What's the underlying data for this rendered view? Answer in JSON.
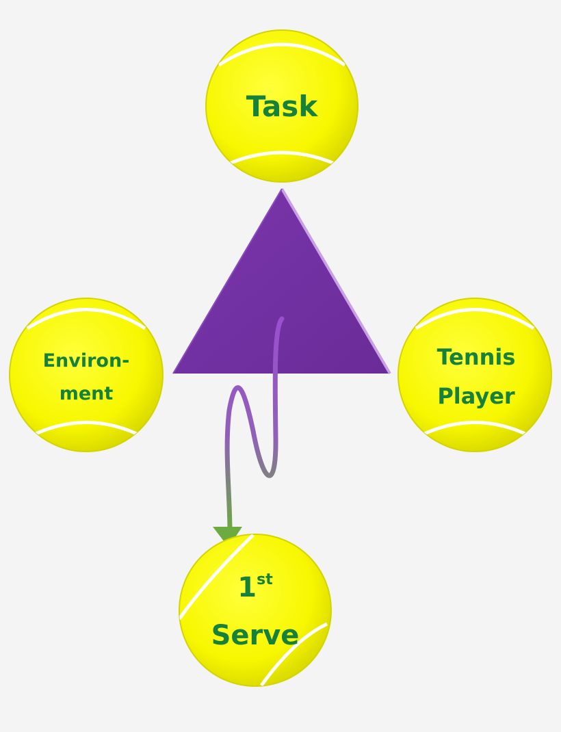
{
  "diagram": {
    "nodes": {
      "task": {
        "label": "Task"
      },
      "environment": {
        "line1": "Environ-",
        "line2": "ment"
      },
      "tennis_player": {
        "line1": "Tennis",
        "line2": "Player"
      },
      "first_serve": {
        "number": "1",
        "suffix": "st",
        "line2": "Serve"
      }
    },
    "colors": {
      "ball_fill": "#fafa00",
      "ball_edge": "#d6d600",
      "ball_seam": "#ffffff",
      "label_text": "#16813a",
      "triangle": "#7030a0",
      "arrow_start": "#9a4fd0",
      "arrow_end": "#6cab3f",
      "background": "#f4f4f4"
    }
  }
}
